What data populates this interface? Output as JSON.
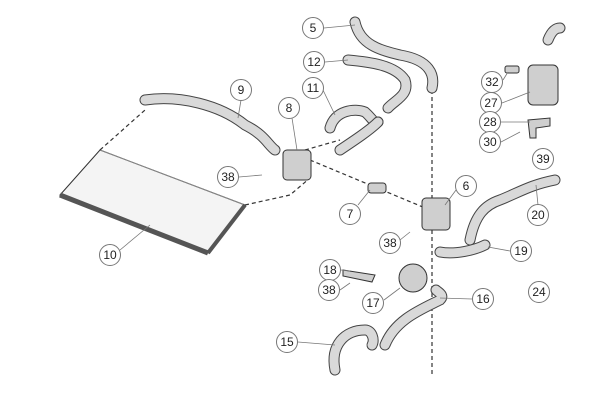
{
  "callouts": [
    {
      "id": "c5",
      "label": "5"
    },
    {
      "id": "c12",
      "label": "12"
    },
    {
      "id": "c11",
      "label": "11"
    },
    {
      "id": "c9",
      "label": "9"
    },
    {
      "id": "c8",
      "label": "8"
    },
    {
      "id": "c38a",
      "label": "38"
    },
    {
      "id": "c7",
      "label": "7"
    },
    {
      "id": "c10",
      "label": "10"
    },
    {
      "id": "c6",
      "label": "6"
    },
    {
      "id": "c32",
      "label": "32"
    },
    {
      "id": "c27",
      "label": "27"
    },
    {
      "id": "c28",
      "label": "28"
    },
    {
      "id": "c30",
      "label": "30"
    },
    {
      "id": "c39",
      "label": "39"
    },
    {
      "id": "c20",
      "label": "20"
    },
    {
      "id": "c19",
      "label": "19"
    },
    {
      "id": "c38b",
      "label": "38"
    },
    {
      "id": "c18",
      "label": "18"
    },
    {
      "id": "c38c",
      "label": "38"
    },
    {
      "id": "c17",
      "label": "17"
    },
    {
      "id": "c16",
      "label": "16"
    },
    {
      "id": "c24",
      "label": "24"
    },
    {
      "id": "c15",
      "label": "15"
    }
  ]
}
